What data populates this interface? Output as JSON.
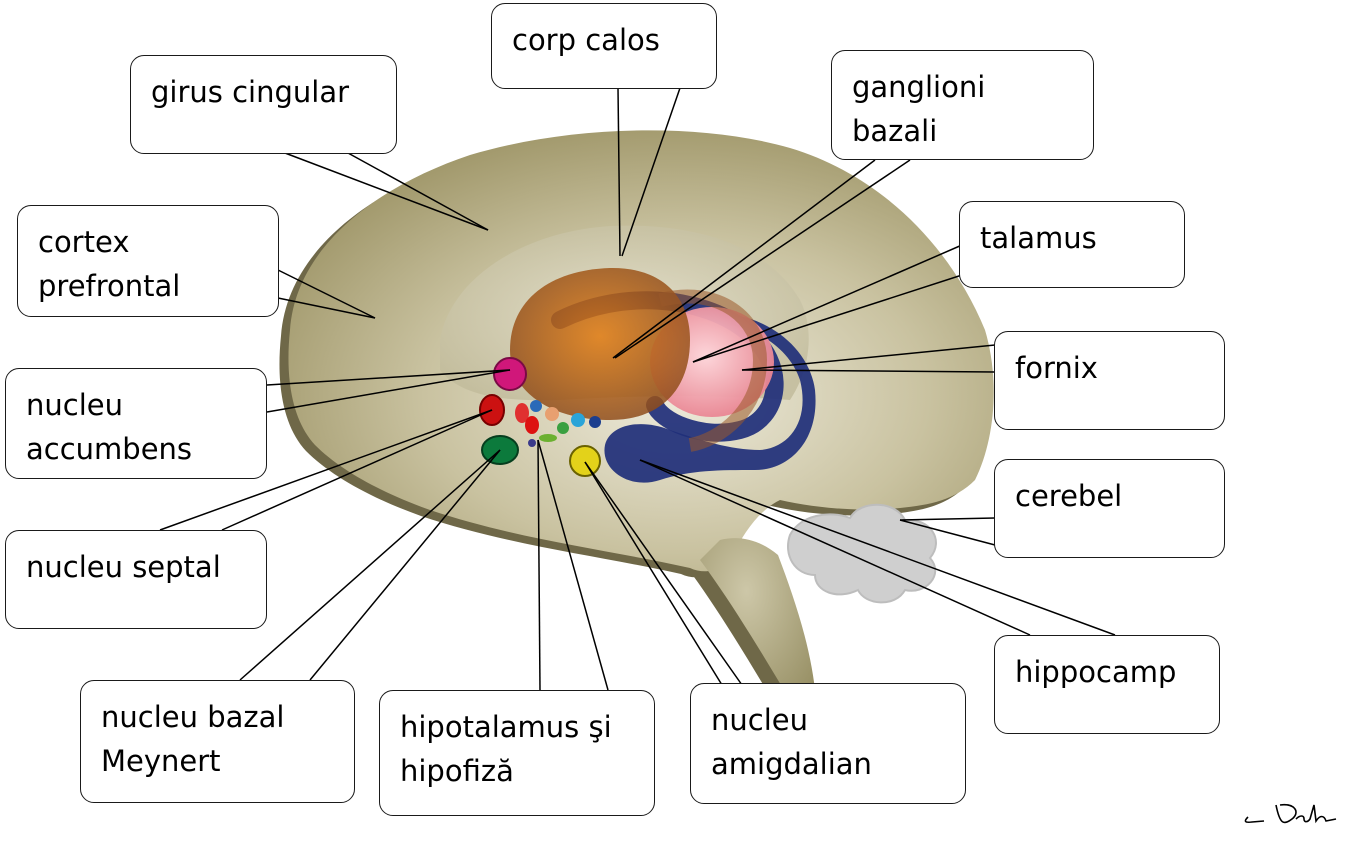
{
  "labels": {
    "corp_calos": [
      "corp calos"
    ],
    "girus_cingular": [
      "girus cingular"
    ],
    "ganglioni_bazali": [
      "ganglioni",
      "bazali"
    ],
    "cortex_prefrontal": [
      "cortex",
      "prefrontal"
    ],
    "talamus": [
      "talamus"
    ],
    "fornix": [
      "fornix"
    ],
    "nucleu_accumbens": [
      "nucleu",
      "accumbens"
    ],
    "cerebel": [
      "cerebel"
    ],
    "nucleu_septal": [
      "nucleu septal"
    ],
    "hippocamp": [
      "hippocamp"
    ],
    "nucleu_bazal_meynert": [
      "nucleu bazal",
      "Meynert"
    ],
    "hipotalamus_hipofiza": [
      "hipotalamus şi",
      "hipofiză"
    ],
    "nucleu_amigdalian": [
      "nucleu",
      "amigdalian"
    ]
  },
  "colors": {
    "brain": "#a9a07a",
    "inner_region": "#c7c2a4",
    "basal_ganglia": "#c0641a",
    "thalamus": "#f5a4ad",
    "fornix_hippocampus": "#1f2f7a",
    "cerebellum": "#cfcfcf",
    "nucleus_accumbens": "#d0177a",
    "septal_nucleus": "#cc1111",
    "meynert_nucleus": "#0c7a3c",
    "amygdala": "#e3d21a"
  }
}
